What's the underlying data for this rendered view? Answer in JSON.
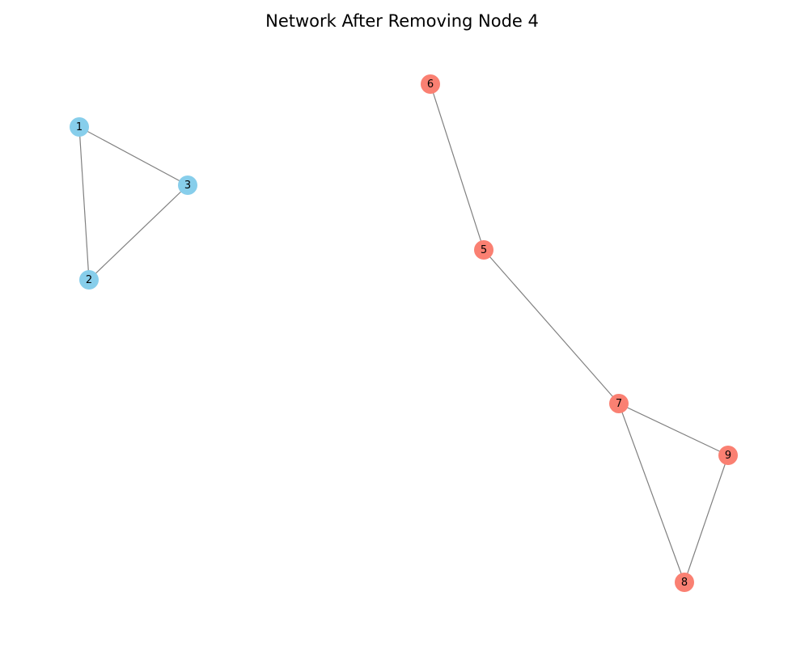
{
  "title": "Network After Removing Node 4",
  "colors": {
    "group_a": "#87ceeb",
    "group_b": "#fa8072",
    "edge": "#808080",
    "background": "#ffffff"
  },
  "nodes": [
    {
      "id": "1",
      "group": "group_a"
    },
    {
      "id": "2",
      "group": "group_a"
    },
    {
      "id": "3",
      "group": "group_a"
    },
    {
      "id": "5",
      "group": "group_b"
    },
    {
      "id": "6",
      "group": "group_b"
    },
    {
      "id": "7",
      "group": "group_b"
    },
    {
      "id": "8",
      "group": "group_b"
    },
    {
      "id": "9",
      "group": "group_b"
    }
  ],
  "edges": [
    [
      "1",
      "3"
    ],
    [
      "1",
      "2"
    ],
    [
      "2",
      "3"
    ],
    [
      "6",
      "5"
    ],
    [
      "5",
      "7"
    ],
    [
      "7",
      "9"
    ],
    [
      "7",
      "8"
    ],
    [
      "9",
      "8"
    ]
  ]
}
